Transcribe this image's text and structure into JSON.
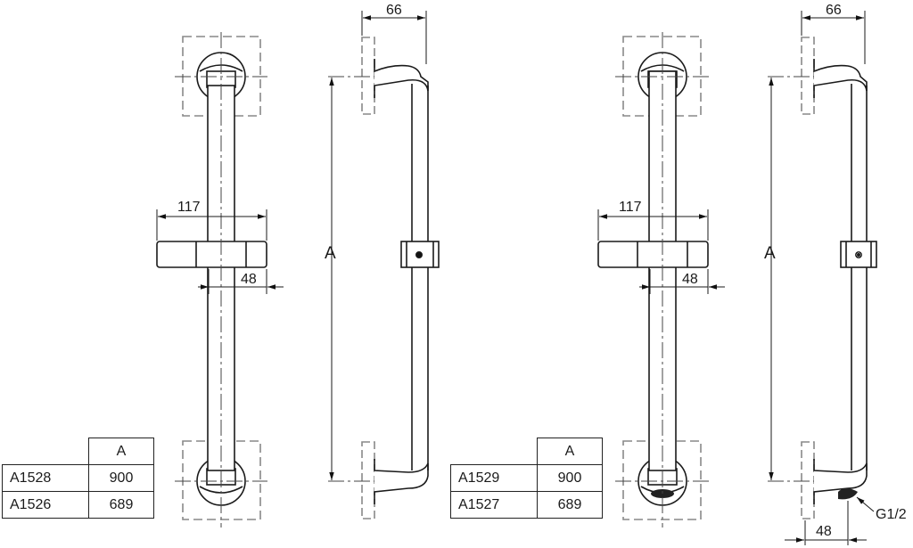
{
  "dimensions": {
    "clamp_width": "117",
    "offset": "48",
    "projection": "66",
    "length_symbol": "A",
    "thread": "G1/2"
  },
  "tables": [
    {
      "column_header": "A",
      "rows": [
        {
          "code": "A1528",
          "value": "900"
        },
        {
          "code": "A1526",
          "value": "689"
        }
      ]
    },
    {
      "column_header": "A",
      "rows": [
        {
          "code": "A1529",
          "value": "900"
        },
        {
          "code": "A1527",
          "value": "689"
        }
      ]
    }
  ]
}
